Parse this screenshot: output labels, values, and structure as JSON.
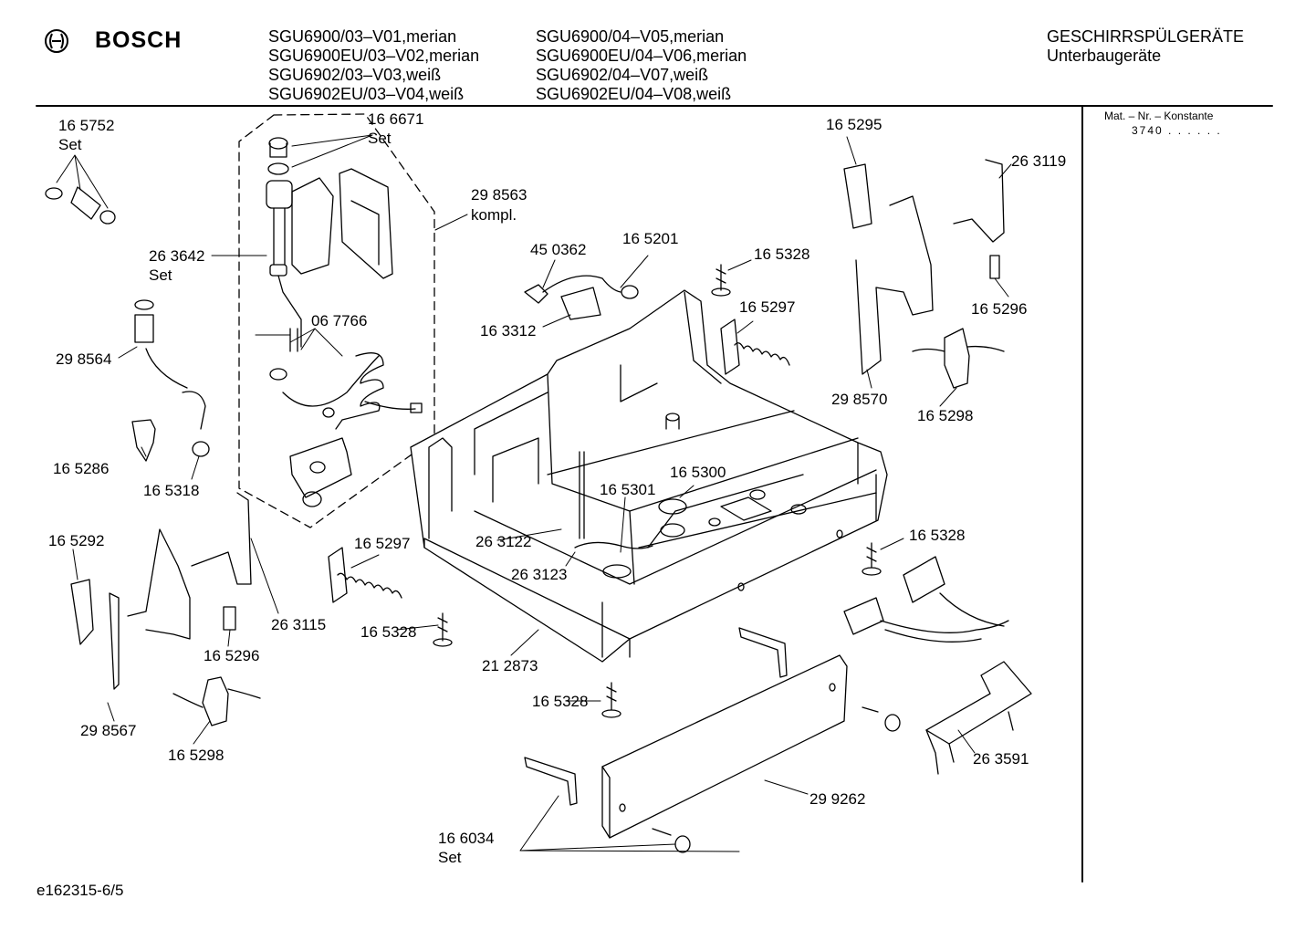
{
  "header": {
    "brand": "BOSCH",
    "models_col1": [
      "SGU6900/03–V01,merian",
      "SGU6900EU/03–V02,merian",
      "SGU6902/03–V03,weiß",
      "SGU6902EU/03–V04,weiß"
    ],
    "models_col2": [
      "SGU6900/04–V05,merian",
      "SGU6900EU/04–V06,merian",
      "SGU6902/04–V07,weiß",
      "SGU6902EU/04–V08,weiß"
    ],
    "category": "GESCHIRRSPÜLGERÄTE",
    "subcategory": "Unterbaugeräte"
  },
  "sidebar": {
    "title": "Mat. – Nr. – Konstante",
    "value": "3740 . . . . . ."
  },
  "footer": {
    "drawing_id": "e162315-6/5"
  },
  "parts": {
    "p165752": "16 5752",
    "p165752_set": "Set",
    "p166671": "16 6671",
    "p166671_set": "Set",
    "p298563": "29 8563",
    "p298563_kompl": "kompl.",
    "p263642": "26 3642",
    "p263642_set": "Set",
    "p298564": "29 8564",
    "p067766": "06 7766",
    "p165286": "16 5286",
    "p165318": "16 5318",
    "p450362": "45 0362",
    "p165201": "16 5201",
    "p163312": "16 3312",
    "p165328_a": "16 5328",
    "p165297_a": "16 5297",
    "p165295": "16 5295",
    "p263119": "26 3119",
    "p165296_a": "16 5296",
    "p298570": "29 8570",
    "p165298_a": "16 5298",
    "p165300": "16 5300",
    "p165301": "16 5301",
    "p263122": "26 3122",
    "p263123": "26 3123",
    "p165292": "16 5292",
    "p165297_b": "16 5297",
    "p263115": "26 3115",
    "p165328_b": "16 5328",
    "p165296_b": "16 5296",
    "p298567": "29 8567",
    "p165298_b": "16 5298",
    "p212873": "21 2873",
    "p165328_c": "16 5328",
    "p165328_d": "16 5328",
    "p263591": "26 3591",
    "p299262": "29 9262",
    "p166034": "16 6034",
    "p166034_set": "Set"
  }
}
